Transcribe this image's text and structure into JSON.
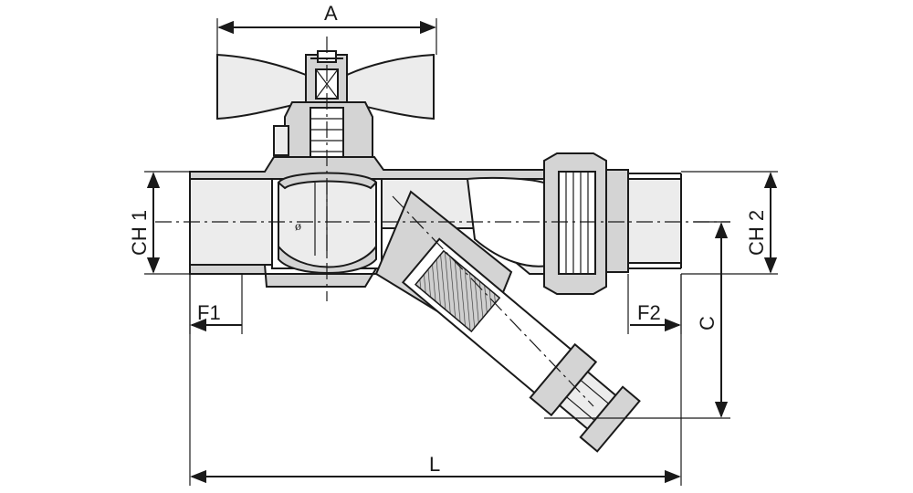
{
  "dimensions": {
    "a": "A",
    "l": "L",
    "c": "C",
    "ch1": "CH 1",
    "ch2": "CH 2",
    "f1": "F1",
    "f2": "F2"
  },
  "colors": {
    "line": "#1a1a1a",
    "body_fill": "#d4d4d4",
    "light_fill": "#ececec",
    "background": "#ffffff"
  }
}
